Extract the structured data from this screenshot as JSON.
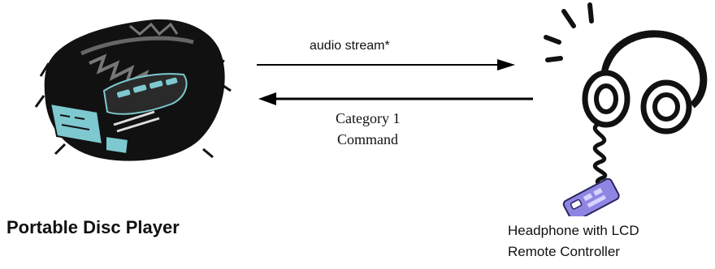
{
  "diagram": {
    "nodes": {
      "player": {
        "label": "Portable Disc Player",
        "icon": "portable-disc-player-icon"
      },
      "headphone": {
        "label_line1": "Headphone with LCD",
        "label_line2": "Remote Controller",
        "icon": "headphone-remote-icon"
      }
    },
    "edges": {
      "audio": {
        "label": "audio stream*",
        "from": "player",
        "to": "headphone"
      },
      "command": {
        "label_line1": "Category 1",
        "label_line2": "Command",
        "from": "headphone",
        "to": "player"
      }
    }
  },
  "colors": {
    "line": "#000000",
    "player_body": "#111111",
    "player_accent": "#7ec8d0",
    "remote": "#8f86e3"
  }
}
